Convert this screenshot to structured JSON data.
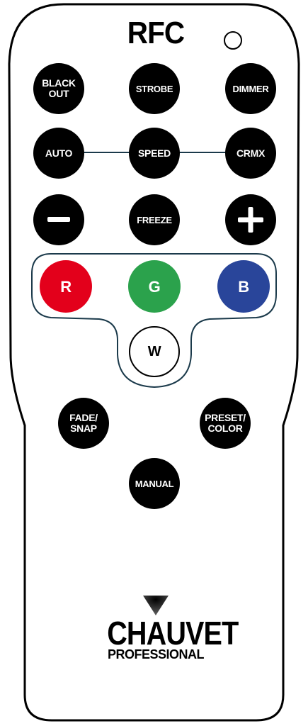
{
  "header": {
    "title": "RFC"
  },
  "buttons": {
    "blackout": "BLACK\nOUT",
    "strobe": "STROBE",
    "dimmer": "DIMMER",
    "auto": "AUTO",
    "speed": "SPEED",
    "crmx": "CRMX",
    "minus": "−",
    "freeze": "FREEZE",
    "plus": "+",
    "red": "R",
    "green": "G",
    "blue": "B",
    "white": "W",
    "fade_snap": "FADE/\nSNAP",
    "preset_color": "PRESET/\nCOLOR",
    "manual": "MANUAL"
  },
  "colors": {
    "red": "#e3001b",
    "green": "#2ba24c",
    "blue": "#29459a",
    "black": "#000000"
  },
  "brand": {
    "name": "CHAUVET",
    "sub": "PROFESSIONAL"
  }
}
